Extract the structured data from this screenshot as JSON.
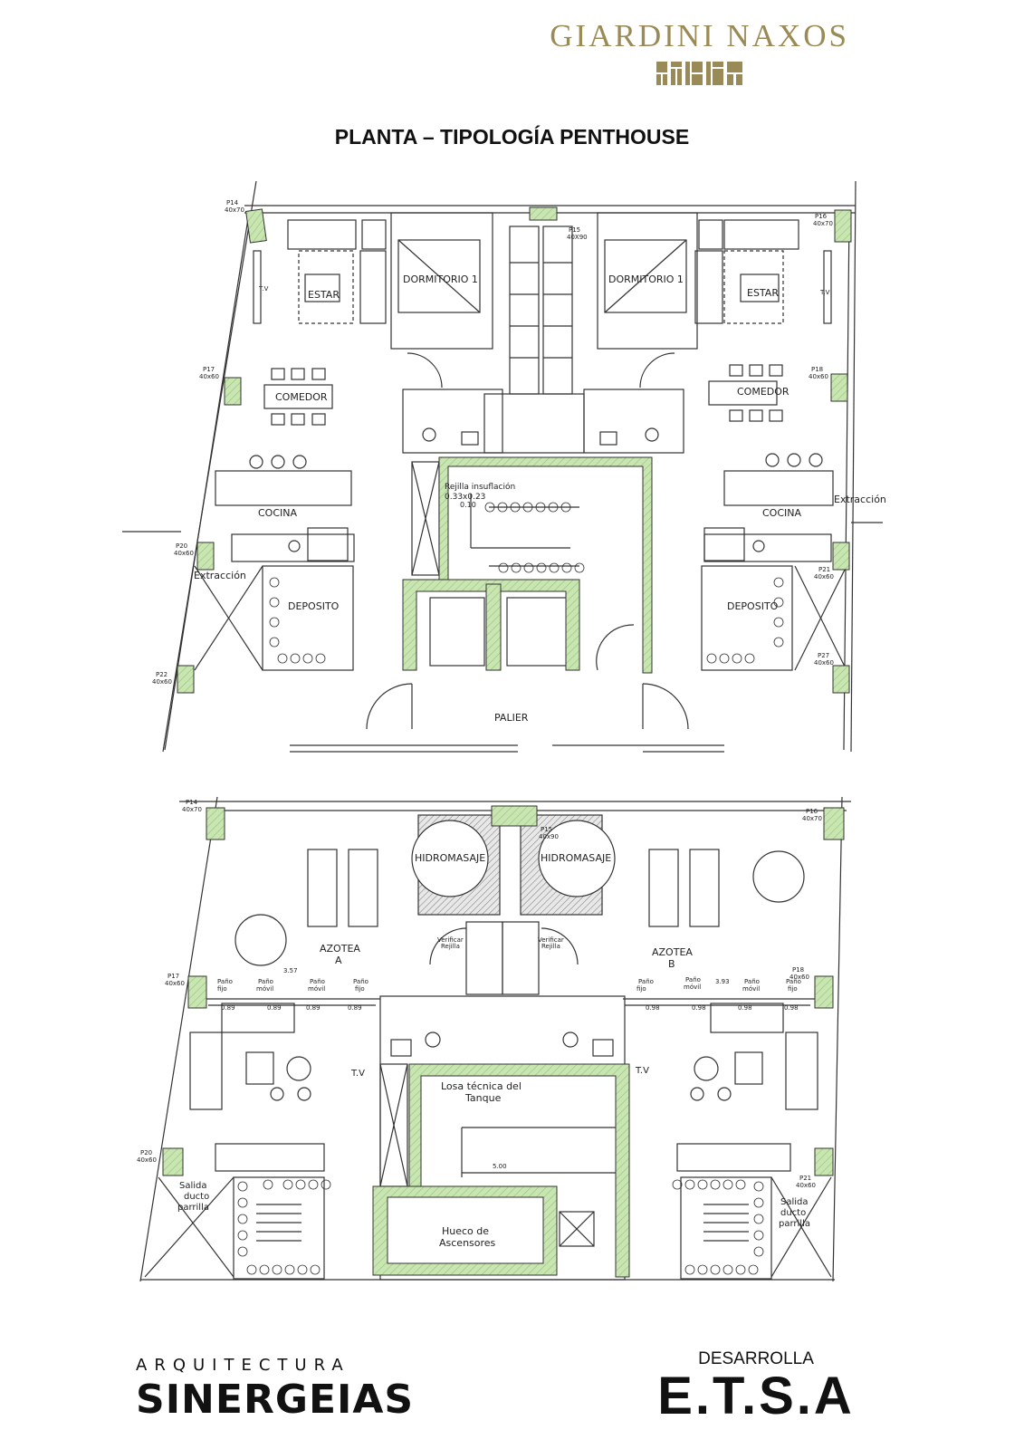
{
  "header": {
    "brand_name": "GIARDINI NAXOS",
    "title": "PLANTA – TIPOLOGÍA PENTHOUSE",
    "brand_color": "#9a8a55"
  },
  "colors": {
    "wall_hatch": "#b9dc9f",
    "line": "#333333"
  },
  "plan_upper": {
    "rooms": {
      "estar_left": "ESTAR",
      "estar_right": "ESTAR",
      "dormitorio_left": "DORMITORIO 1",
      "dormitorio_right": "DORMITORIO 1",
      "comedor_left": "COMEDOR",
      "comedor_right": "COMEDOR",
      "cocina_left": "COCINA",
      "cocina_right": "COCINA",
      "deposito_left": "DEPOSITO",
      "deposito_right": "DEPOSITO",
      "palier": "PALIER",
      "tv_left": "T.V",
      "tv_right": "T.V"
    },
    "notes": {
      "rejilla": "Rejilla insuflación",
      "rejilla_dim": "0.33x0.23",
      "rejilla_dim2": "0.10",
      "extraccion_left": "Extracción",
      "extraccion_right": "Extracción"
    },
    "columns": {
      "p14": "P14",
      "p14_size": "40x70",
      "p15": "P15",
      "p15_size": "40X90",
      "p16": "P16",
      "p16_size": "40x70",
      "p17": "P17",
      "p17_size": "40x60",
      "p18": "P18",
      "p18_size": "40x60",
      "p20": "P20",
      "p20_size": "40x60",
      "p21": "P21",
      "p21_size": "40x60",
      "p22": "P22",
      "p22_size": "40x60",
      "p27": "P27",
      "p27_size": "40x60"
    }
  },
  "plan_lower": {
    "rooms": {
      "hidro_left": "HIDROMASAJE",
      "hidro_right": "HIDROMASAJE",
      "azotea_a": "AZOTEA",
      "azotea_a_sub": "A",
      "azotea_b": "AZOTEA",
      "azotea_b_sub": "B",
      "losa": "Losa técnica del",
      "losa_sub": "Tanque",
      "hueco": "Hueco de",
      "hueco_sub": "Ascensores",
      "tv_left": "T.V",
      "tv_right": "T.V",
      "verificar_left": "Verificar",
      "verificar_left_sub": "Rejilla",
      "verificar_right": "Verificar",
      "verificar_right_sub": "Rejilla",
      "salida_left_1": "Salida",
      "salida_left_2": "ducto",
      "salida_left_3": "parrilla",
      "salida_right_1": "Salida",
      "salida_right_2": "ducto",
      "salida_right_3": "parrilla"
    },
    "dims": {
      "d357": "3.57",
      "d393": "3.93",
      "d500": "5.00",
      "d089": "0.89",
      "d098": "0.98"
    },
    "panes": {
      "pano": "Paño",
      "fijo": "fijo",
      "movil": "móvil"
    },
    "columns": {
      "p14": "P14",
      "p14_size": "40x70",
      "p15": "P15",
      "p15_size": "40x90",
      "p16": "P16",
      "p16_size": "40x70",
      "p17": "P17",
      "p17_size": "40x60",
      "p18": "P18",
      "p18_size": "40x60",
      "p20": "P20",
      "p20_size": "40x60",
      "p21": "P21",
      "p21_size": "40x60"
    }
  },
  "footer": {
    "arq_label": "ARQUITECTURA",
    "arq_name": "SINERGEIAS",
    "dev_label": "DESARROLLA",
    "dev_name": "E.T.S.A"
  }
}
